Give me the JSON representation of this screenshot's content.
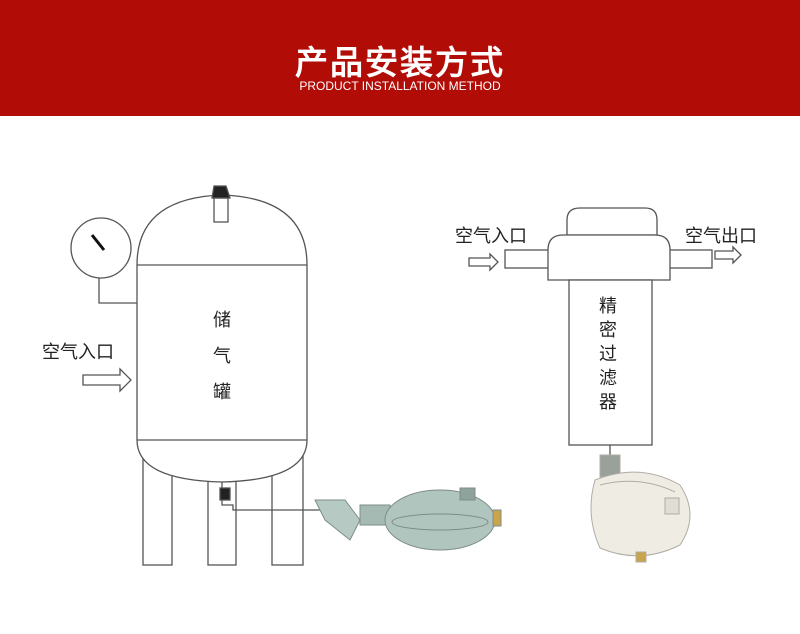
{
  "header": {
    "title": "产品安装方式",
    "subtitle": "PRODUCT INSTALLATION METHOD",
    "color": "#b20c07"
  },
  "tank": {
    "inlet_label": "空气入口",
    "chars": [
      "储",
      "气",
      "罐"
    ]
  },
  "filter": {
    "inlet_label": "空气入口",
    "outlet_label": "空气出口",
    "chars": [
      "精",
      "密",
      "过",
      "滤",
      "器"
    ]
  }
}
